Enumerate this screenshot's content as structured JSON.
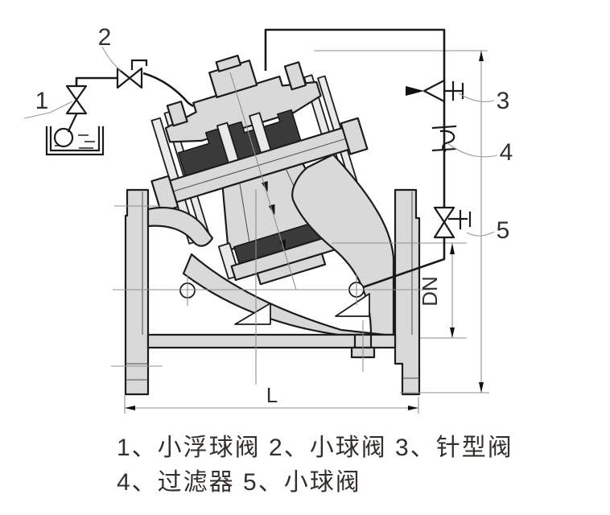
{
  "diagram": {
    "type": "valve-pilot-piping-cross-section",
    "callouts": [
      {
        "number": "1",
        "part": "小浮球阀"
      },
      {
        "number": "2",
        "part": "小球阀"
      },
      {
        "number": "3",
        "part": "针型阀"
      },
      {
        "number": "4",
        "part": "过滤器"
      },
      {
        "number": "5",
        "part": "小球阀"
      }
    ],
    "dimensions": {
      "length_label": "L",
      "bore_label": "DN"
    },
    "caption": {
      "line1": "1、小浮球阀 2、小球阀 3、针型阀",
      "line2": "4、过滤器 5、小球阀"
    },
    "symbols": [
      "float-pilot-valve",
      "ball-valve",
      "needle-valve",
      "strainer",
      "ball-valve"
    ],
    "colors": {
      "outline": "#1c1c1c",
      "metal_fill": "#d9d9d9",
      "seal_fill": "#3a3a3a",
      "thin_line": "#8f8f8f",
      "text": "#33302d",
      "background": "#ffffff"
    }
  }
}
